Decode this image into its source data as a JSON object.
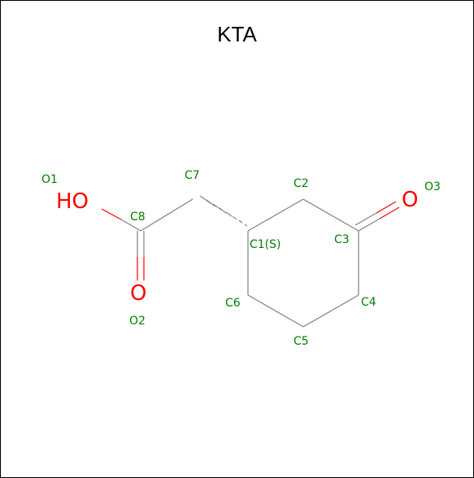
{
  "title": "KTA",
  "colors": {
    "bond": "#808080",
    "hetero": "#ff0000",
    "label": "#008000"
  },
  "atoms": {
    "O1": {
      "label": "O1",
      "symbol": "HO"
    },
    "O2": {
      "label": "O2",
      "symbol": "O"
    },
    "O3": {
      "label": "O3",
      "symbol": "O"
    },
    "C1": {
      "label": "C1(S)"
    },
    "C2": {
      "label": "C2"
    },
    "C3": {
      "label": "C3"
    },
    "C4": {
      "label": "C4"
    },
    "C5": {
      "label": "C5"
    },
    "C6": {
      "label": "C6"
    },
    "C7": {
      "label": "C7"
    },
    "C8": {
      "label": "C8"
    }
  }
}
